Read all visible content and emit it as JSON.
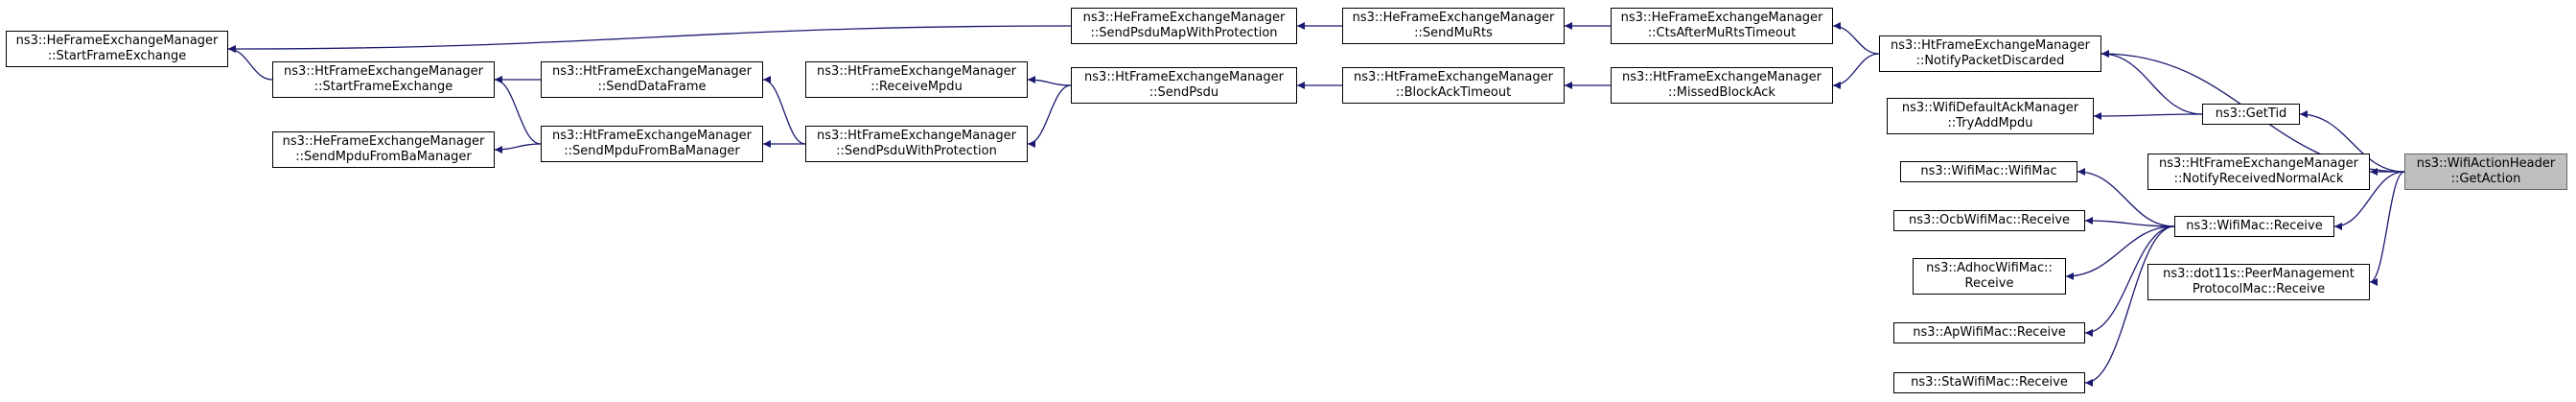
{
  "colors": {
    "edge": "#191970",
    "node_border": "#000000",
    "node_fill": "#ffffff",
    "focus_fill": "#bfbfbf",
    "focus_border": "#666666"
  },
  "nodes": [
    {
      "id": "getaction",
      "lines": [
        "ns3::WifiActionHeader",
        "::GetAction"
      ],
      "focus": true
    },
    {
      "id": "notifypacketdiscarded",
      "lines": [
        "ns3::HtFrameExchangeManager",
        "::NotifyPacketDiscarded"
      ]
    },
    {
      "id": "gettid",
      "lines": [
        "ns3::GetTid"
      ]
    },
    {
      "id": "notifyreceivednormalack",
      "lines": [
        "ns3::HtFrameExchangeManager",
        "::NotifyReceivedNormalAck"
      ]
    },
    {
      "id": "wifimac_receive",
      "lines": [
        "ns3::WifiMac::Receive"
      ]
    },
    {
      "id": "peermanagement_receive",
      "lines": [
        "ns3::dot11s::PeerManagement",
        "ProtocolMac::Receive"
      ]
    },
    {
      "id": "ctsaftermurtstimeout",
      "lines": [
        "ns3::HeFrameExchangeManager",
        "::CtsAfterMuRtsTimeout"
      ]
    },
    {
      "id": "missedblockack",
      "lines": [
        "ns3::HtFrameExchangeManager",
        "::MissedBlockAck"
      ]
    },
    {
      "id": "tryaddmpdu",
      "lines": [
        "ns3::WifiDefaultAckManager",
        "::TryAddMpdu"
      ]
    },
    {
      "id": "wifimac_ctor",
      "lines": [
        "ns3::WifiMac::WifiMac"
      ]
    },
    {
      "id": "ocb_receive",
      "lines": [
        "ns3::OcbWifiMac::Receive"
      ]
    },
    {
      "id": "adhoc_receive",
      "lines": [
        "ns3::AdhocWifiMac::",
        "Receive"
      ]
    },
    {
      "id": "ap_receive",
      "lines": [
        "ns3::ApWifiMac::Receive"
      ]
    },
    {
      "id": "sta_receive",
      "lines": [
        "ns3::StaWifiMac::Receive"
      ]
    },
    {
      "id": "sendmurts",
      "lines": [
        "ns3::HeFrameExchangeManager",
        "::SendMuRts"
      ]
    },
    {
      "id": "blockacktimeout",
      "lines": [
        "ns3::HtFrameExchangeManager",
        "::BlockAckTimeout"
      ]
    },
    {
      "id": "sendpsdumapwithprotection",
      "lines": [
        "ns3::HeFrameExchangeManager",
        "::SendPsduMapWithProtection"
      ]
    },
    {
      "id": "sendpsdu",
      "lines": [
        "ns3::HtFrameExchangeManager",
        "::SendPsdu"
      ]
    },
    {
      "id": "receivempdu",
      "lines": [
        "ns3::HtFrameExchangeManager",
        "::ReceiveMpdu"
      ]
    },
    {
      "id": "sendpsduwithprotection",
      "lines": [
        "ns3::HtFrameExchangeManager",
        "::SendPsduWithProtection"
      ]
    },
    {
      "id": "senddataframe",
      "lines": [
        "ns3::HtFrameExchangeManager",
        "::SendDataFrame"
      ]
    },
    {
      "id": "sendmpdufrombamanager_ht",
      "lines": [
        "ns3::HtFrameExchangeManager",
        "::SendMpduFromBaManager"
      ]
    },
    {
      "id": "startframeexchange_ht",
      "lines": [
        "ns3::HtFrameExchangeManager",
        "::StartFrameExchange"
      ]
    },
    {
      "id": "sendmpdufrombamanager_he",
      "lines": [
        "ns3::HeFrameExchangeManager",
        "::SendMpduFromBaManager"
      ]
    },
    {
      "id": "startframeexchange_he",
      "lines": [
        "ns3::HeFrameExchangeManager",
        "::StartFrameExchange"
      ]
    }
  ],
  "edges": [
    [
      "notifypacketdiscarded",
      "getaction"
    ],
    [
      "gettid",
      "getaction"
    ],
    [
      "notifyreceivednormalack",
      "getaction"
    ],
    [
      "wifimac_receive",
      "getaction"
    ],
    [
      "peermanagement_receive",
      "getaction"
    ],
    [
      "notifypacketdiscarded",
      "gettid"
    ],
    [
      "tryaddmpdu",
      "gettid"
    ],
    [
      "ctsaftermurtstimeout",
      "notifypacketdiscarded"
    ],
    [
      "missedblockack",
      "notifypacketdiscarded"
    ],
    [
      "wifimac_ctor",
      "wifimac_receive"
    ],
    [
      "ocb_receive",
      "wifimac_receive"
    ],
    [
      "adhoc_receive",
      "wifimac_receive"
    ],
    [
      "ap_receive",
      "wifimac_receive"
    ],
    [
      "sta_receive",
      "wifimac_receive"
    ],
    [
      "sendmurts",
      "ctsaftermurtstimeout"
    ],
    [
      "blockacktimeout",
      "missedblockack"
    ],
    [
      "sendpsdumapwithprotection",
      "sendmurts"
    ],
    [
      "sendpsdu",
      "blockacktimeout"
    ],
    [
      "startframeexchange_he",
      "sendpsdumapwithprotection"
    ],
    [
      "receivempdu",
      "sendpsdu"
    ],
    [
      "sendpsduwithprotection",
      "sendpsdu"
    ],
    [
      "senddataframe",
      "sendpsduwithprotection"
    ],
    [
      "sendmpdufrombamanager_ht",
      "sendpsduwithprotection"
    ],
    [
      "startframeexchange_ht",
      "senddataframe"
    ],
    [
      "startframeexchange_ht",
      "sendmpdufrombamanager_ht"
    ],
    [
      "sendmpdufrombamanager_he",
      "sendmpdufrombamanager_ht"
    ],
    [
      "startframeexchange_he",
      "startframeexchange_ht"
    ]
  ]
}
